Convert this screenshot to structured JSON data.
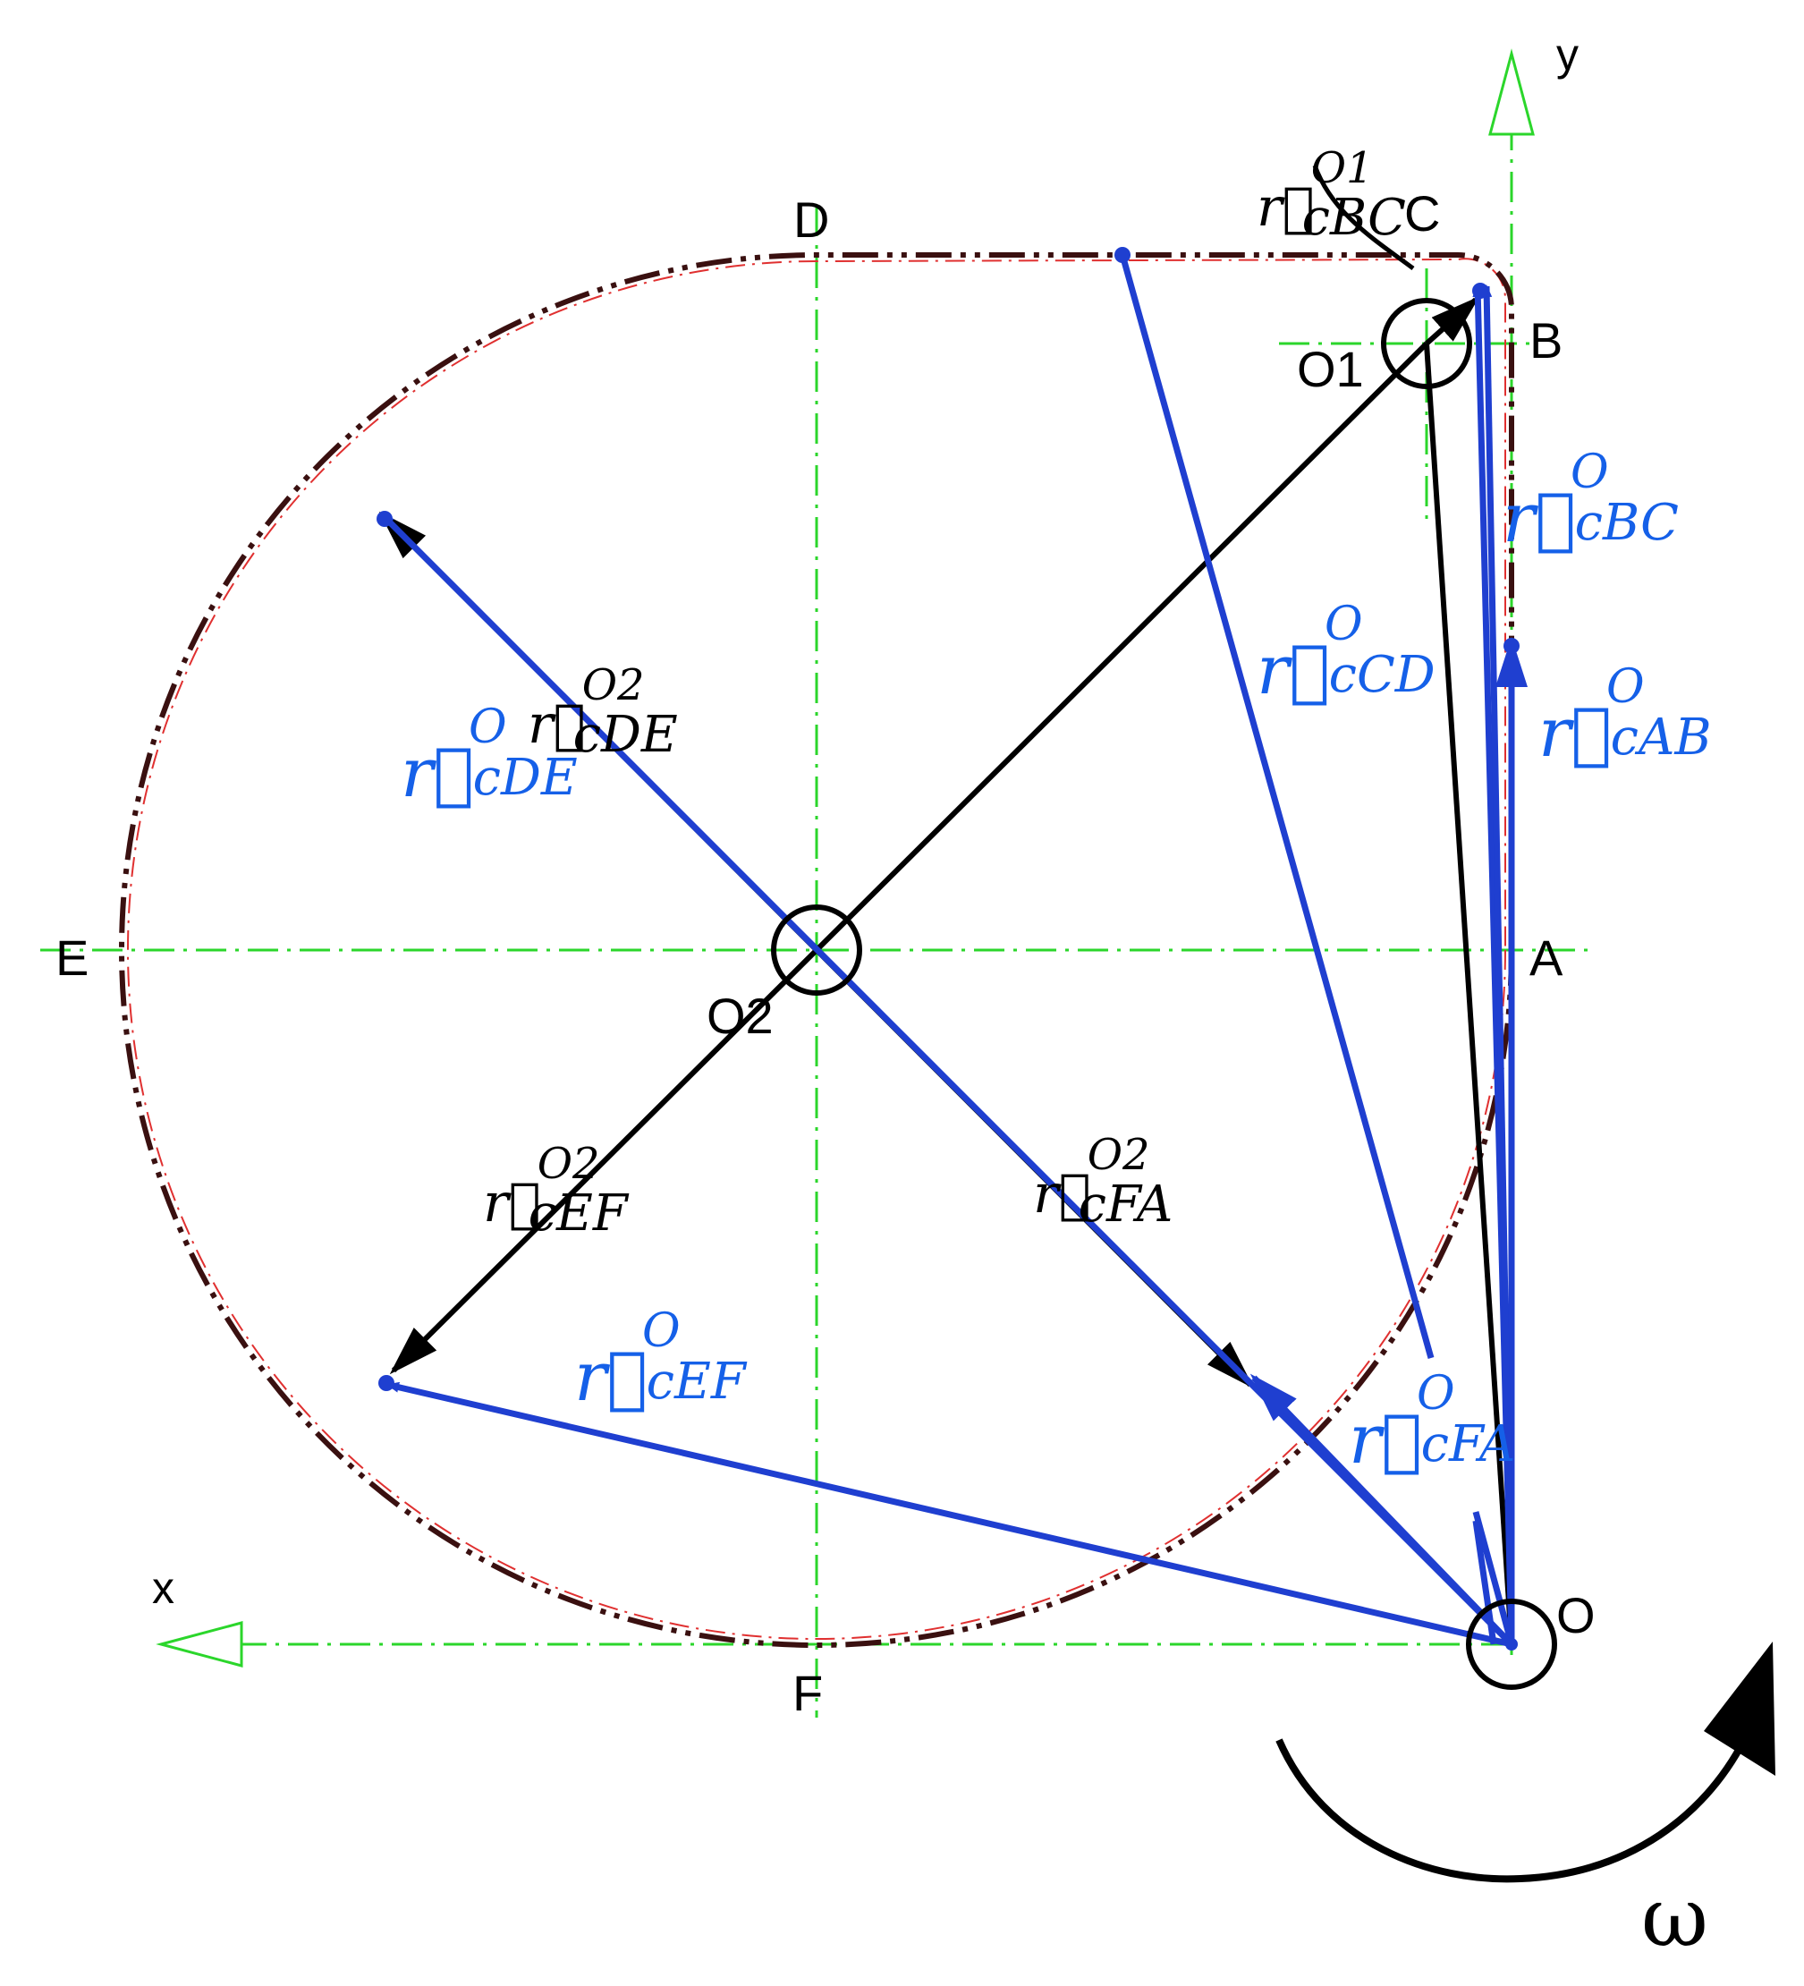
{
  "colors": {
    "blue_vector": "#1f3fd0",
    "blue_label": "#1560e8",
    "black_vector": "#000000",
    "centerline_green": "#2bd62b",
    "path_dark_red": "#5a1a1a",
    "path_light_red": "#e03030"
  },
  "axes": {
    "x": "x",
    "y": "y"
  },
  "points": {
    "A": "A",
    "B": "B",
    "C": "C",
    "D": "D",
    "E": "E",
    "F": "F",
    "O": "O",
    "O1": "O1",
    "O2": "O2"
  },
  "blue_vectors": [
    {
      "id": "cAB",
      "symbol": "r⃗",
      "sup": "O",
      "sub": "cAB"
    },
    {
      "id": "cBC",
      "symbol": "r⃗",
      "sup": "O",
      "sub": "cBC"
    },
    {
      "id": "cCD",
      "symbol": "r⃗",
      "sup": "O",
      "sub": "cCD"
    },
    {
      "id": "cDE",
      "symbol": "r⃗",
      "sup": "O",
      "sub": "cDE"
    },
    {
      "id": "cEF",
      "symbol": "r⃗",
      "sup": "O",
      "sub": "cEF"
    },
    {
      "id": "cFA",
      "symbol": "r⃗",
      "sup": "O",
      "sub": "cFA"
    }
  ],
  "black_vectors": [
    {
      "id": "cBC",
      "symbol": "r⃗",
      "sup": "O1",
      "sub": "cBC"
    },
    {
      "id": "cDE",
      "symbol": "r⃗",
      "sup": "O2",
      "sub": "cDE"
    },
    {
      "id": "cEF",
      "symbol": "r⃗",
      "sup": "O2",
      "sub": "cEF"
    },
    {
      "id": "cFA",
      "symbol": "r⃗",
      "sup": "O2",
      "sub": "cFA"
    }
  ],
  "rotation": {
    "symbol": "ω",
    "icon": "curved-arrow-icon"
  }
}
